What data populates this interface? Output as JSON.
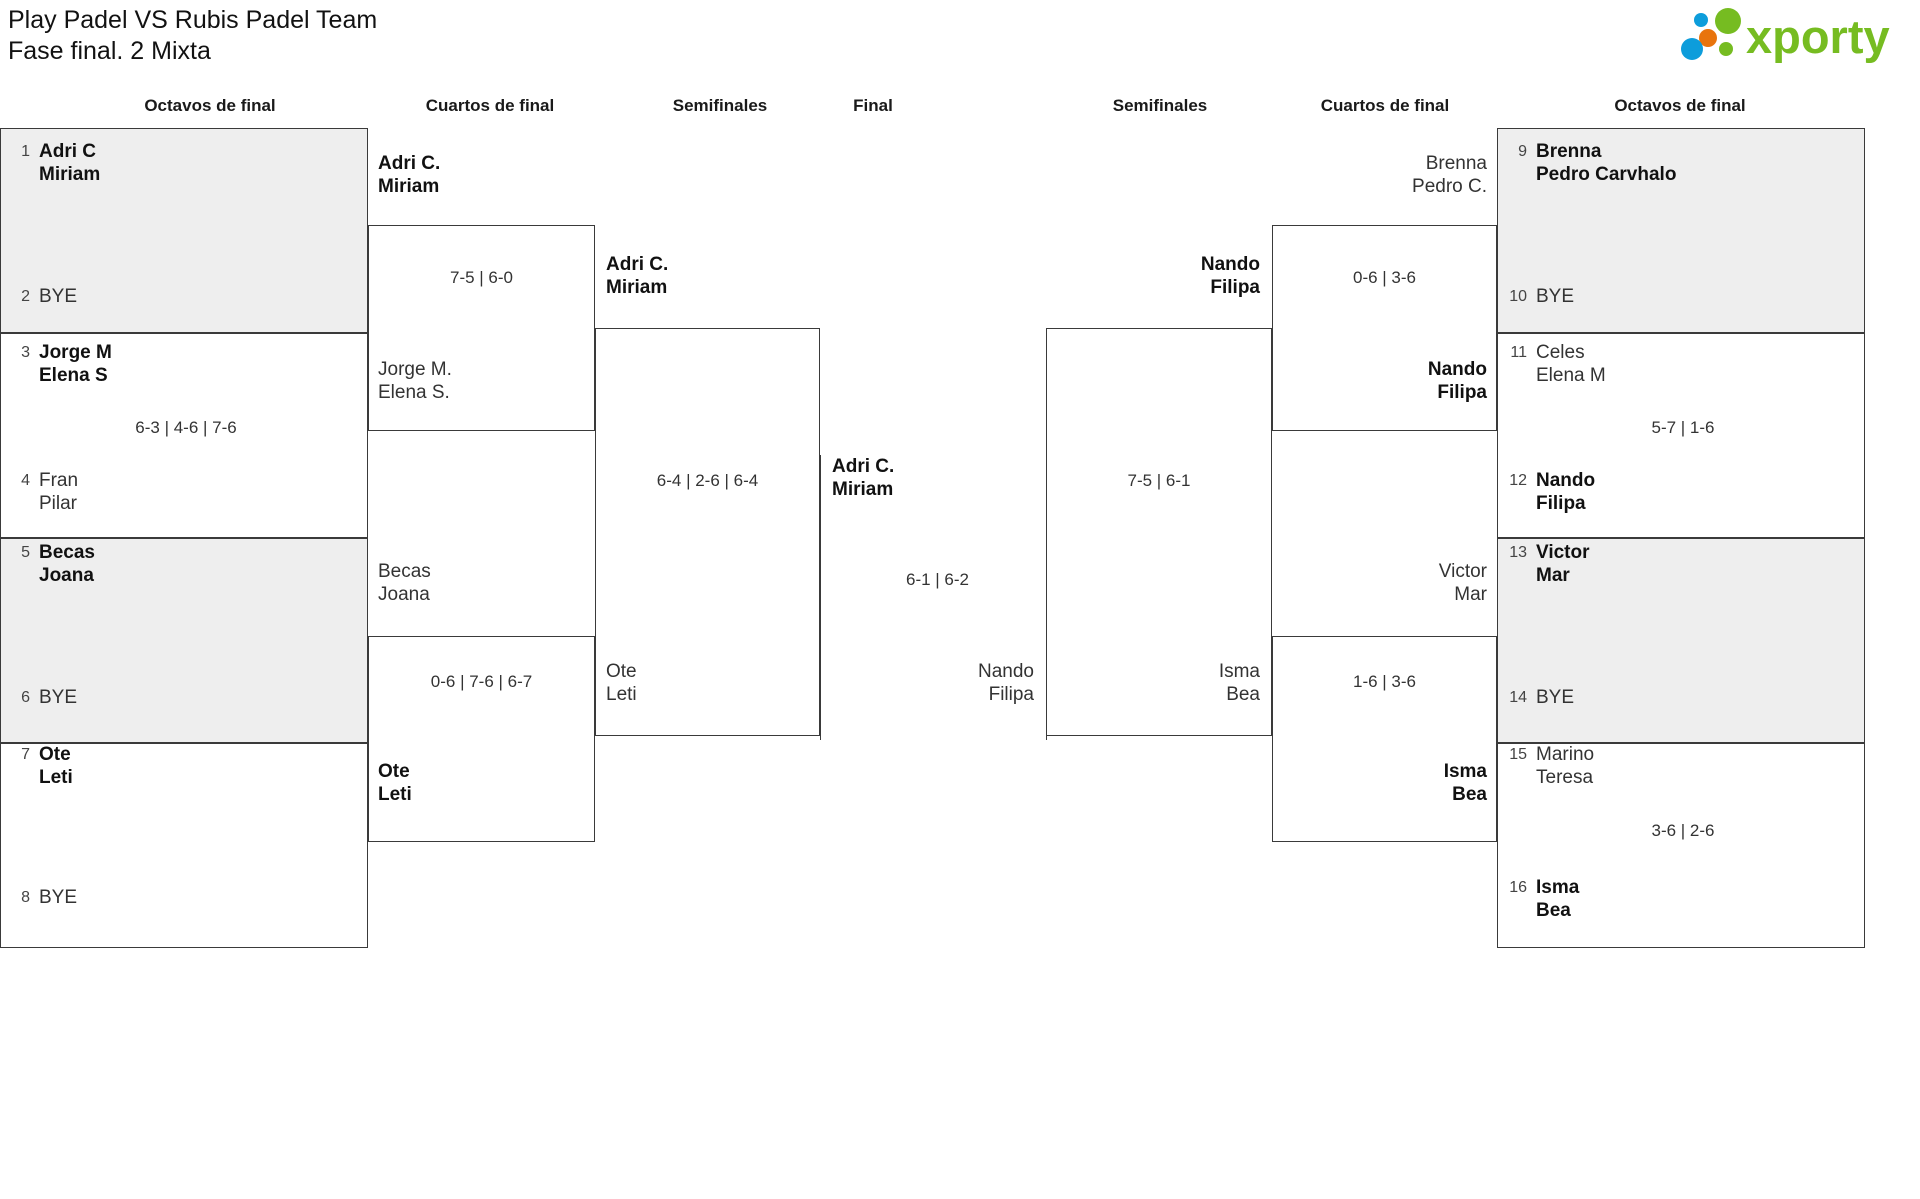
{
  "header": {
    "title_line1": "Play Padel VS Rubis Padel Team",
    "title_line2": "Fase final. 2 Mixta",
    "logo_text": "xporty",
    "logo_colors": {
      "green": "#76bc21",
      "blue": "#0d9ddb",
      "orange": "#e8740c"
    }
  },
  "rounds": {
    "left_r16": "Octavos de final",
    "left_qf": "Cuartos de final",
    "left_sf": "Semifinales",
    "final": "Final",
    "right_sf": "Semifinales",
    "right_qf": "Cuartos de final",
    "right_r16": "Octavos de final"
  },
  "bracket": {
    "left_r16": [
      {
        "seed": "1",
        "line1": "Adri C",
        "line2": "Miriam",
        "winner": true,
        "bye": false
      },
      {
        "seed": "2",
        "line1": "BYE",
        "line2": "",
        "winner": false,
        "bye": true
      },
      {
        "seed": "3",
        "line1": "Jorge M",
        "line2": "Elena S",
        "winner": true,
        "bye": false
      },
      {
        "seed": "4",
        "line1": "Fran",
        "line2": "Pilar",
        "winner": false,
        "bye": false
      },
      {
        "seed": "5",
        "line1": "Becas",
        "line2": "Joana",
        "winner": true,
        "bye": false
      },
      {
        "seed": "6",
        "line1": "BYE",
        "line2": "",
        "winner": false,
        "bye": true
      },
      {
        "seed": "7",
        "line1": "Ote",
        "line2": "Leti",
        "winner": true,
        "bye": false
      },
      {
        "seed": "8",
        "line1": "BYE",
        "line2": "",
        "winner": false,
        "bye": true
      }
    ],
    "left_r16_scores": [
      "",
      "6-3 | 4-6 | 7-6",
      "",
      ""
    ],
    "left_qf": [
      {
        "line1": "Adri C.",
        "line2": "Miriam",
        "winner": true
      },
      {
        "line1": "Jorge M.",
        "line2": "Elena S.",
        "winner": false
      },
      {
        "line1": "Becas",
        "line2": "Joana",
        "winner": false
      },
      {
        "line1": "Ote",
        "line2": "Leti",
        "winner": true
      }
    ],
    "left_qf_scores": [
      "7-5 | 6-0",
      "0-6 | 7-6 | 6-7"
    ],
    "left_sf": [
      {
        "line1": "Adri C.",
        "line2": "Miriam",
        "winner": true
      },
      {
        "line1": "Ote",
        "line2": "Leti",
        "winner": false
      }
    ],
    "left_sf_scores": [
      "6-4 | 2-6 | 6-4"
    ],
    "final_left": {
      "line1": "Adri C.",
      "line2": "Miriam",
      "winner": true
    },
    "final_right": {
      "line1": "Nando",
      "line2": "Filipa",
      "winner": false
    },
    "final_score": "6-1 | 6-2",
    "right_sf": [
      {
        "line1": "Nando",
        "line2": "Filipa",
        "winner": true
      },
      {
        "line1": "Isma",
        "line2": "Bea",
        "winner": false
      }
    ],
    "right_sf_scores": [
      "7-5 | 6-1"
    ],
    "right_qf": [
      {
        "line1": "Brenna",
        "line2": "Pedro C.",
        "winner": false
      },
      {
        "line1": "Nando",
        "line2": "Filipa",
        "winner": true
      },
      {
        "line1": "Victor",
        "line2": "Mar",
        "winner": false
      },
      {
        "line1": "Isma",
        "line2": "Bea",
        "winner": true
      }
    ],
    "right_qf_scores": [
      "0-6 | 3-6",
      "1-6 | 3-6"
    ],
    "right_r16": [
      {
        "seed": "9",
        "line1": "Brenna",
        "line2": "Pedro Carvhalo",
        "winner": true,
        "bye": false
      },
      {
        "seed": "10",
        "line1": "BYE",
        "line2": "",
        "winner": false,
        "bye": true
      },
      {
        "seed": "11",
        "line1": "Celes",
        "line2": "Elena M",
        "winner": false,
        "bye": false
      },
      {
        "seed": "12",
        "line1": "Nando",
        "line2": "Filipa",
        "winner": true,
        "bye": false
      },
      {
        "seed": "13",
        "line1": "Victor",
        "line2": "Mar",
        "winner": true,
        "bye": false
      },
      {
        "seed": "14",
        "line1": "BYE",
        "line2": "",
        "winner": false,
        "bye": true
      },
      {
        "seed": "15",
        "line1": "Marino",
        "line2": "Teresa",
        "winner": false,
        "bye": false
      },
      {
        "seed": "16",
        "line1": "Isma",
        "line2": "Bea",
        "winner": true,
        "bye": false
      }
    ],
    "right_r16_scores": [
      "",
      "5-7 | 1-6",
      "",
      "3-6 | 2-6"
    ]
  }
}
